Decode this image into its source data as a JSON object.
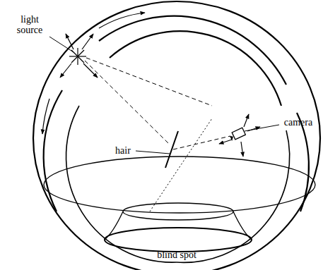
{
  "diagram": {
    "labels": [
      "light source",
      "camera",
      "hair",
      "blind spot"
    ]
  }
}
